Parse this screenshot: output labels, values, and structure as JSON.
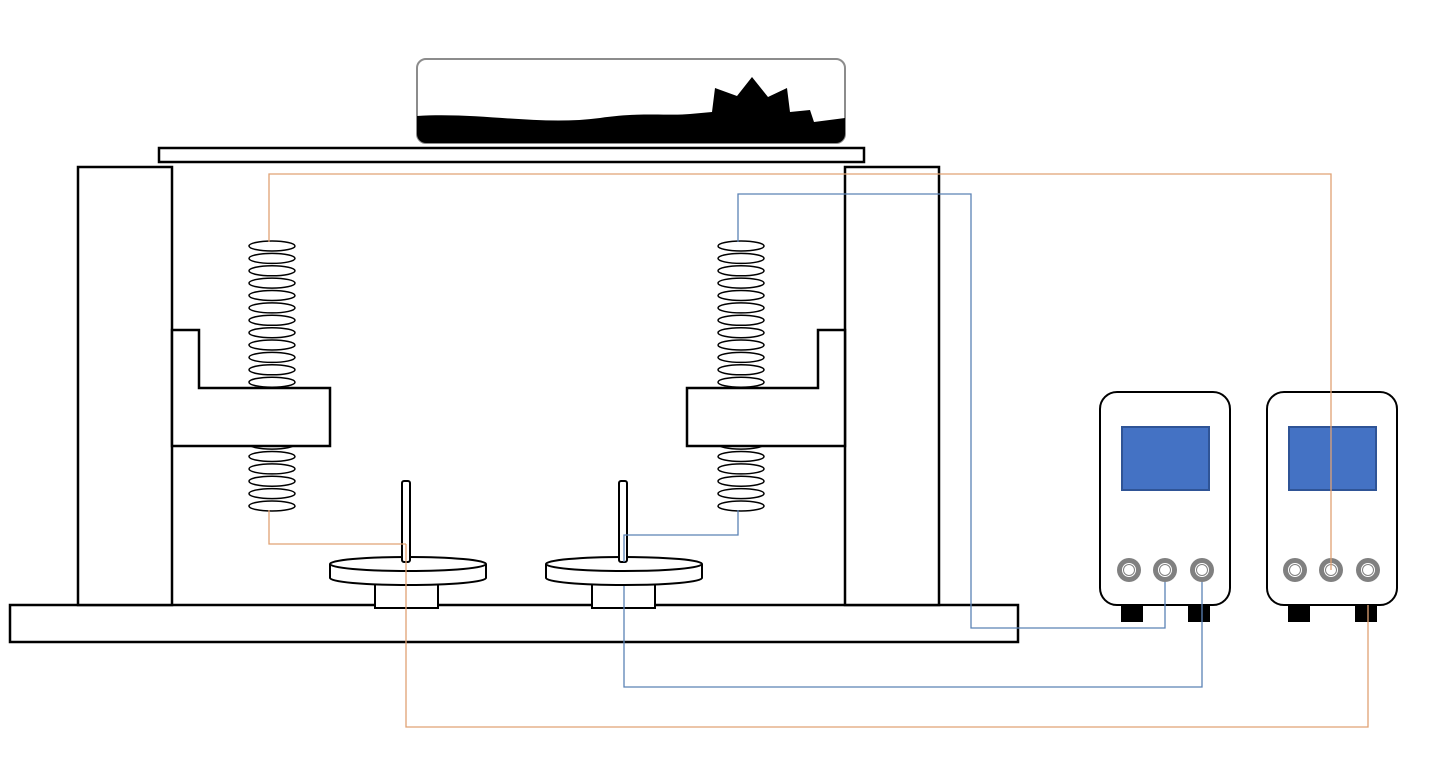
{
  "colors": {
    "outline": "#000000",
    "background": "#ffffff",
    "wire_orange": "#e0a274",
    "wire_blue": "#5b82b5",
    "screen_fill": "#4472c4",
    "screen_border": "#2f5496",
    "knob_outer": "#808080"
  },
  "components": {
    "sample_window": {
      "icon": "terrain-silhouette-icon"
    },
    "left_spring": {
      "coil_count": 22
    },
    "right_spring": {
      "coil_count": 22
    },
    "devices": [
      {
        "name": "controller-left",
        "screen_color": "#4472c4",
        "knob_count": 3
      },
      {
        "name": "controller-right",
        "screen_color": "#4472c4",
        "knob_count": 3
      }
    ]
  }
}
